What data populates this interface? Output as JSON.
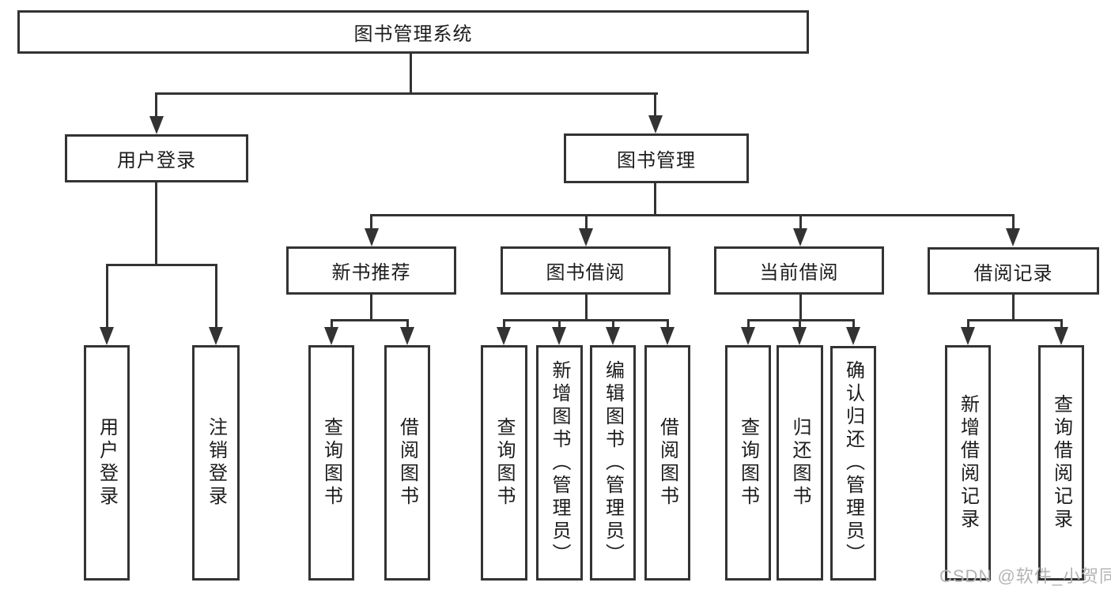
{
  "diagram_title": "图书管理系统",
  "colors": {
    "line": "#333333",
    "box_border": "#333333",
    "text": "#1c1c1c",
    "background": "#ffffff",
    "watermark": "#b4b4b4"
  },
  "tree": {
    "label": "图书管理系统",
    "children": [
      {
        "label": "用户登录",
        "children": [
          {
            "label": "用户登录"
          },
          {
            "label": "注销登录"
          }
        ]
      },
      {
        "label": "图书管理",
        "children": [
          {
            "label": "新书推荐",
            "children": [
              {
                "label": "查询图书"
              },
              {
                "label": "借阅图书"
              }
            ]
          },
          {
            "label": "图书借阅",
            "children": [
              {
                "label": "查询图书"
              },
              {
                "label": "新增图书（管理员）"
              },
              {
                "label": "编辑图书（管理员）"
              },
              {
                "label": "借阅图书"
              }
            ]
          },
          {
            "label": "当前借阅",
            "children": [
              {
                "label": "查询图书"
              },
              {
                "label": "归还图书"
              },
              {
                "label": "确认归还（管理员）"
              }
            ]
          },
          {
            "label": "借阅记录",
            "children": [
              {
                "label": "新增借阅记录"
              },
              {
                "label": "查询借阅记录"
              }
            ]
          }
        ]
      }
    ]
  },
  "watermark": {
    "text": "CSDN @软件_小贺同学"
  }
}
